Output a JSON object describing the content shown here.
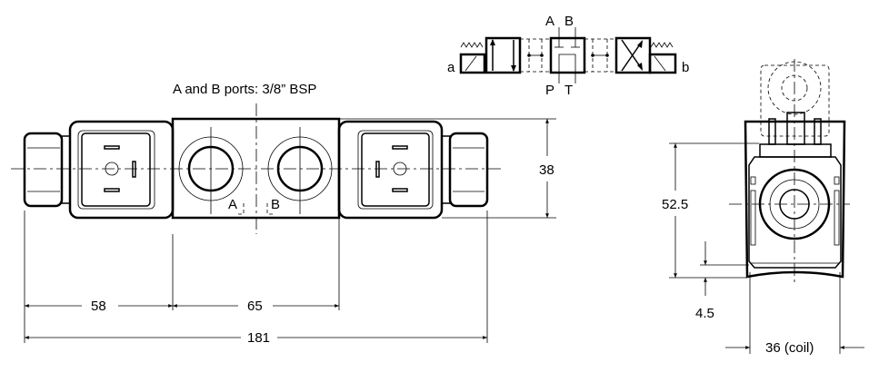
{
  "title_note": "A and B ports: 3/8” BSP",
  "port_labels": {
    "a": "A",
    "b": "B"
  },
  "symbol": {
    "A": "A",
    "B": "B",
    "P": "P",
    "T": "T",
    "sol_a": "a",
    "sol_b": "b"
  },
  "dimensions": {
    "d58": "58",
    "d65": "65",
    "d181": "181",
    "d38": "38",
    "d52_5": "52.5",
    "d4_5": "4.5",
    "d36": "36 (coil)"
  },
  "colors": {
    "line": "#000000",
    "background": "#ffffff"
  }
}
